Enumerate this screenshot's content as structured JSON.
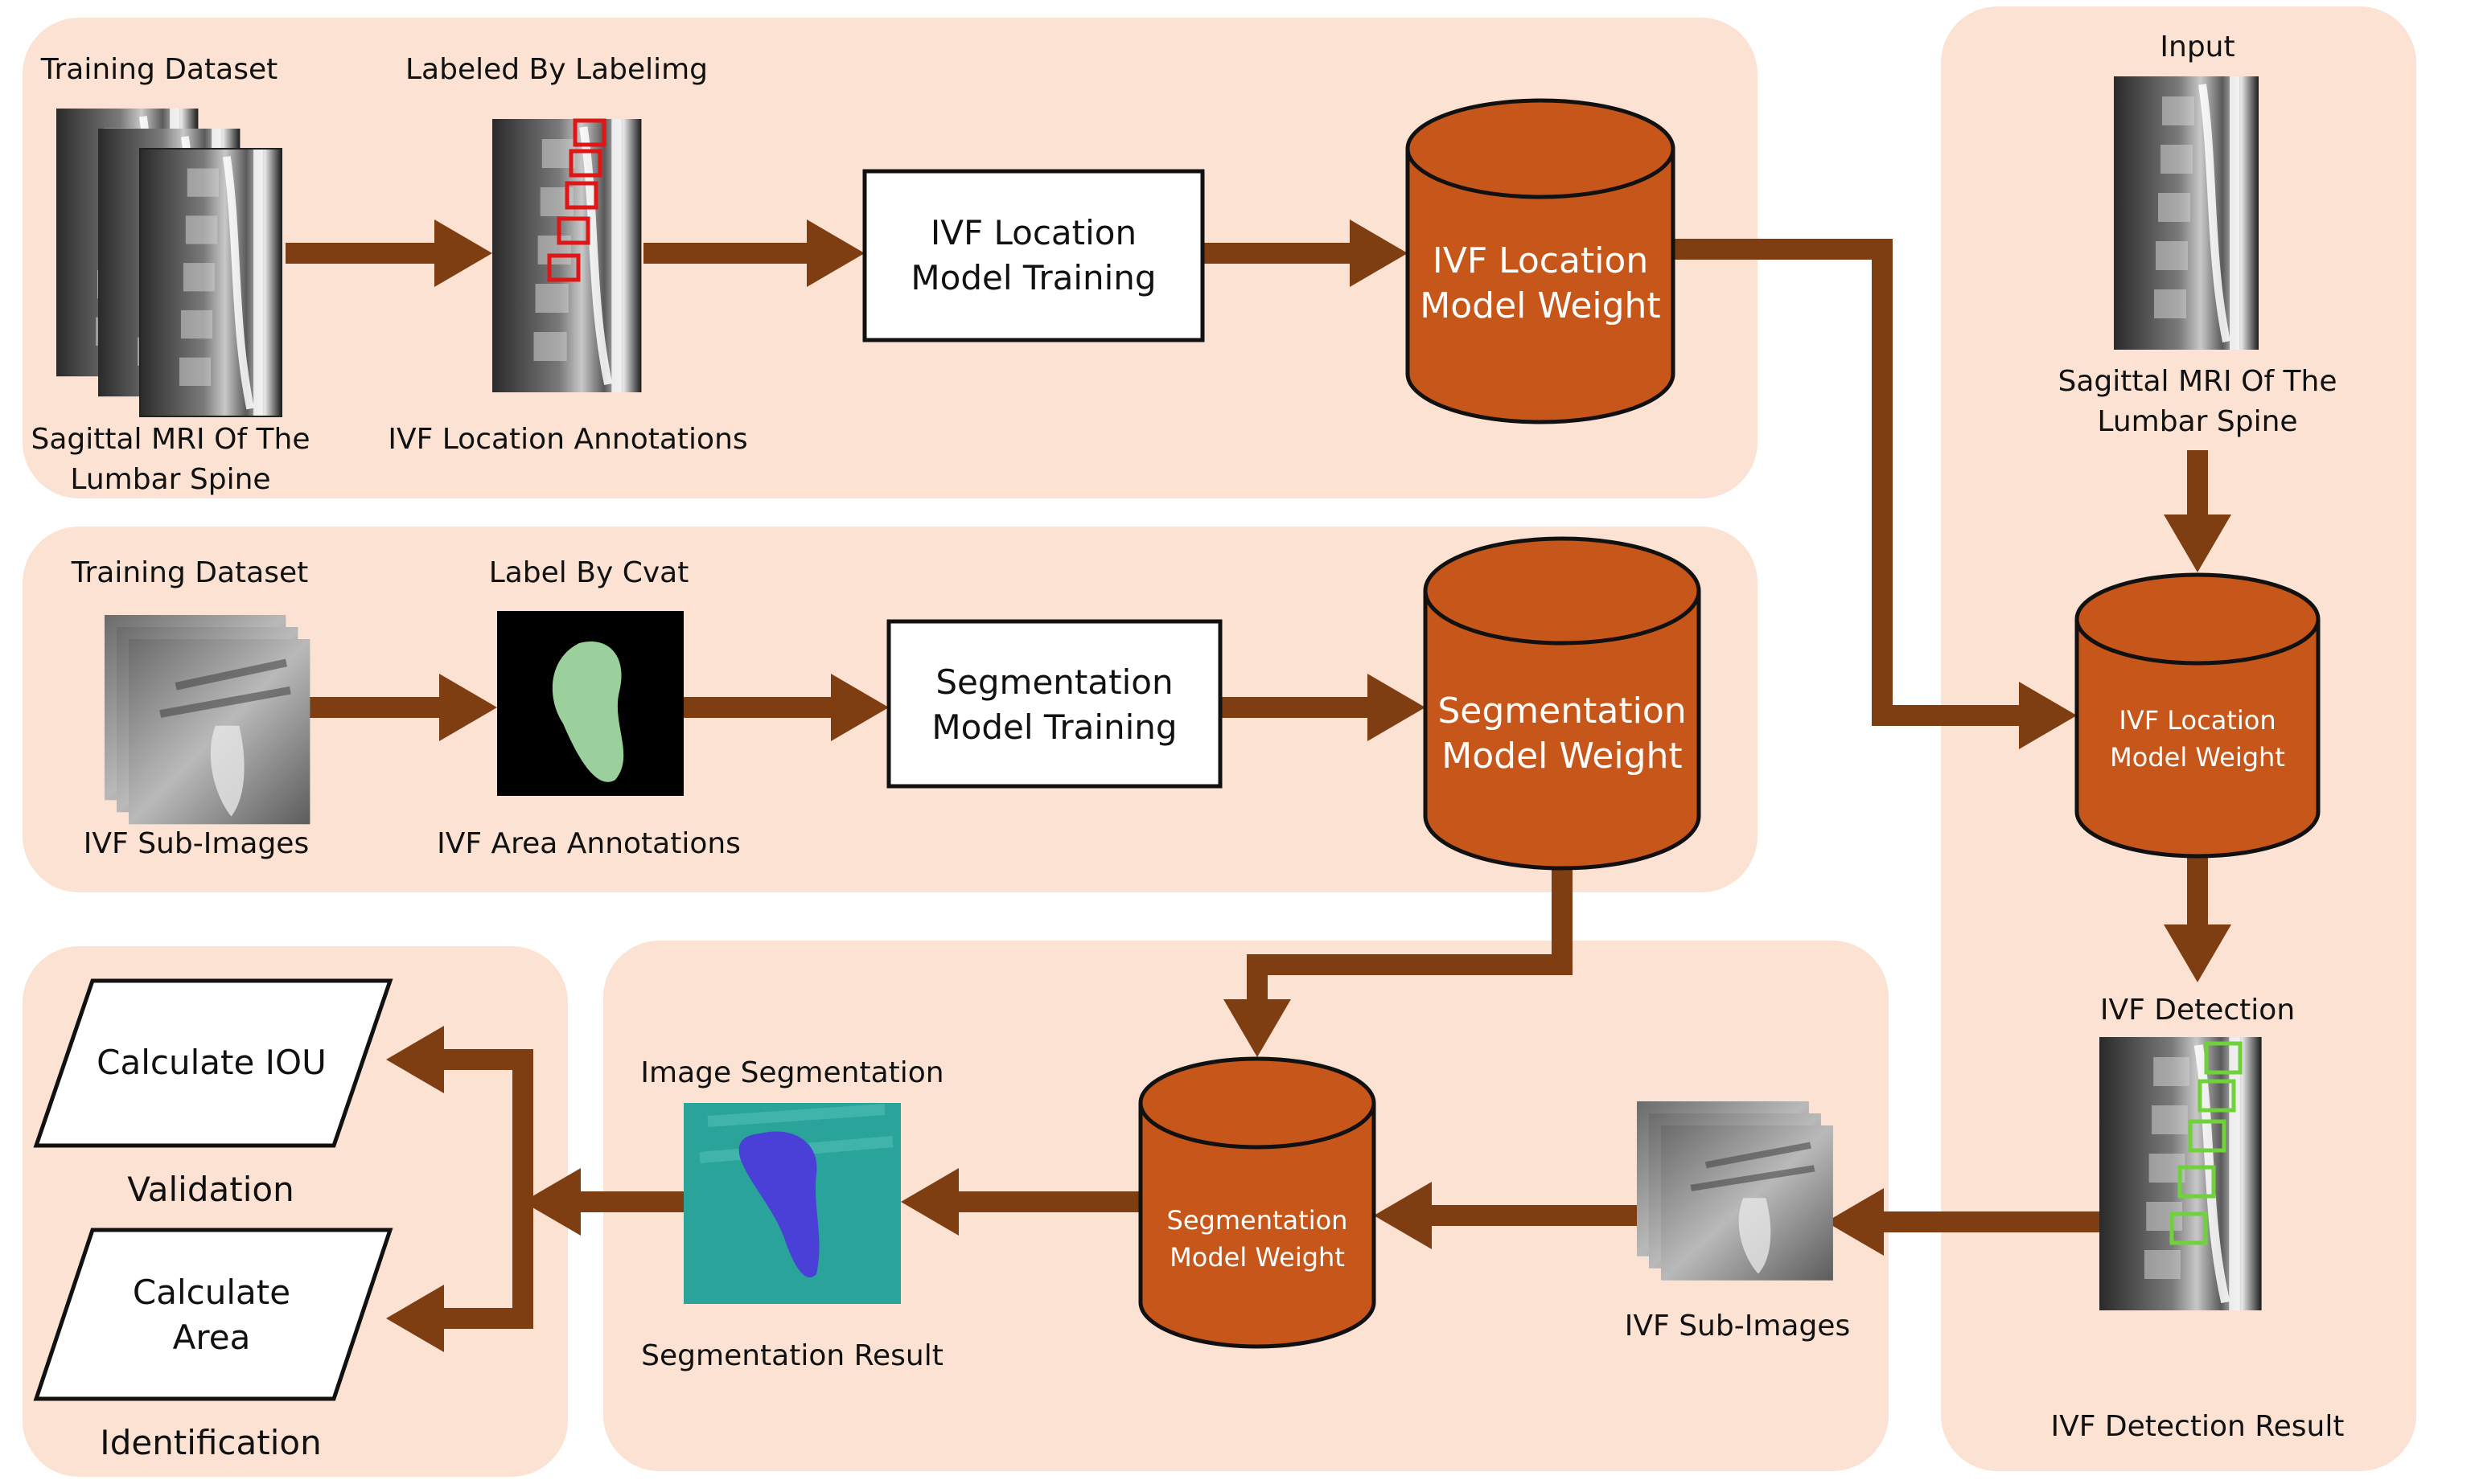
{
  "colors": {
    "panel": "#fbe2d3",
    "arrow": "#7f3d12",
    "cylinder": "#c7561a",
    "cylinder_stroke": "#111111",
    "detect_box": "#6fd23a",
    "annot_box": "#e01515",
    "mask": "#9bcf9b",
    "seg_bg": "#2aa39a",
    "seg_mask": "#4a3fd6"
  },
  "location_training": {
    "dataset_title": "Training Dataset",
    "dataset_caption": "Sagittal MRI Of The Lumbar Spine",
    "labeling_title": "Labeled By Labelimg",
    "labeling_caption": "IVF Location Annotations",
    "training_box": "IVF Location Model Training",
    "weight_cylinder": "IVF Location Model Weight"
  },
  "segmentation_training": {
    "dataset_title": "Training Dataset",
    "dataset_caption": "IVF Sub-Images",
    "labeling_title": "Label By Cvat",
    "labeling_caption": "IVF Area Annotations",
    "training_box": "Segmentation Model Training",
    "weight_cylinder": "Segmentation Model Weight"
  },
  "inference": {
    "input_title": "Input",
    "input_caption": "Sagittal MRI Of The Lumbar Spine",
    "location_weight": "IVF Location Model Weight",
    "detection_title": "IVF Detection",
    "detection_caption": "IVF Detection Result",
    "sub_images_caption": "IVF Sub-Images",
    "segmentation_weight": "Segmentation Model Weight",
    "segmentation_title": "Image Segmentation",
    "segmentation_caption": "Segmentation Result"
  },
  "outputs": {
    "validation_box": "Calculate IOU",
    "validation_caption": "Validation",
    "identification_box": "Calculate Area",
    "identification_caption": "Identification"
  }
}
